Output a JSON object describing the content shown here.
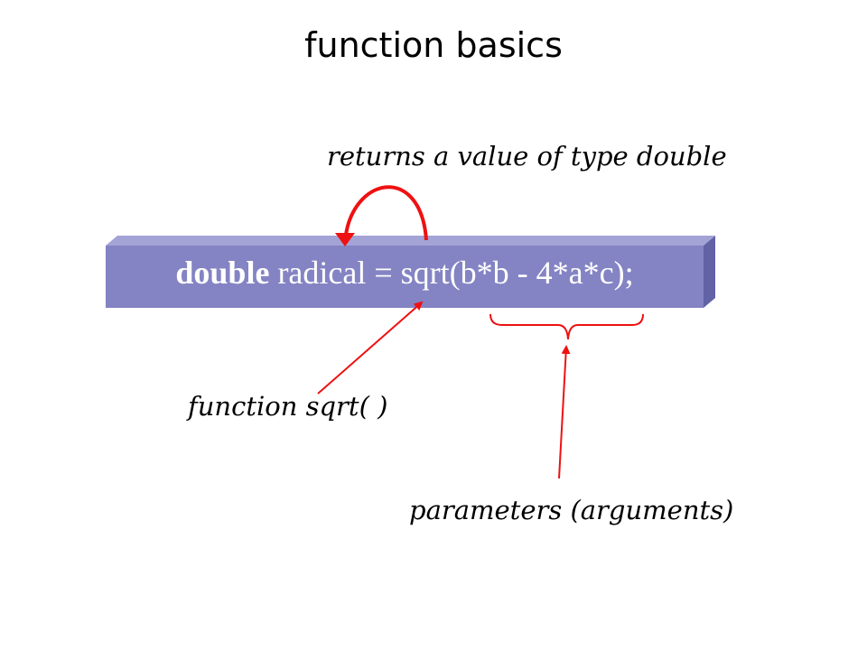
{
  "title": "function basics",
  "code": {
    "keyword": "double",
    "rest": " radical = sqrt(b*b - 4*a*c);"
  },
  "annotations": {
    "return_value": "returns a value of type double",
    "function_name": "function sqrt( )",
    "parameters": "parameters (arguments)"
  },
  "colors": {
    "bar_front": "#8484c4",
    "bar_top": "#a3a3d6",
    "bar_side": "#6262a6",
    "arrow": "#ee1111"
  }
}
